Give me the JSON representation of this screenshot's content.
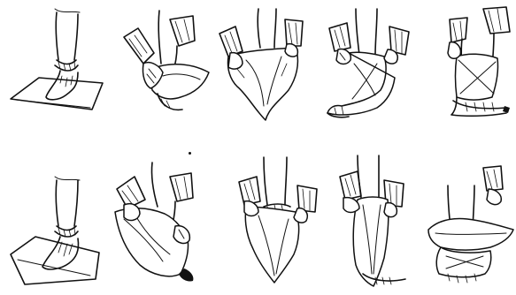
{
  "image": {
    "style": "black-and-white pen illustration",
    "rows": [
      {
        "name": "top-row",
        "steps": [
          {
            "step": 1,
            "depiction": "foot-on-cloth"
          },
          {
            "step": 2,
            "depiction": "hands-fold-front-corner"
          },
          {
            "step": 3,
            "depiction": "cloth-lifted-around-foot"
          },
          {
            "step": 4,
            "depiction": "cloth-wrapped-across-instep"
          },
          {
            "step": 5,
            "depiction": "wrap-tucked-at-ankle"
          }
        ]
      },
      {
        "name": "bottom-row",
        "steps": [
          {
            "step": 1,
            "depiction": "foot-on-cloth-diagonal"
          },
          {
            "step": 2,
            "depiction": "hands-fold-side-corner"
          },
          {
            "step": 3,
            "depiction": "cloth-drawn-up-over-foot"
          },
          {
            "step": 4,
            "depiction": "cloth-ends-pulled-up"
          },
          {
            "step": 5,
            "depiction": "wrap-finished-around-shin"
          }
        ]
      }
    ]
  }
}
